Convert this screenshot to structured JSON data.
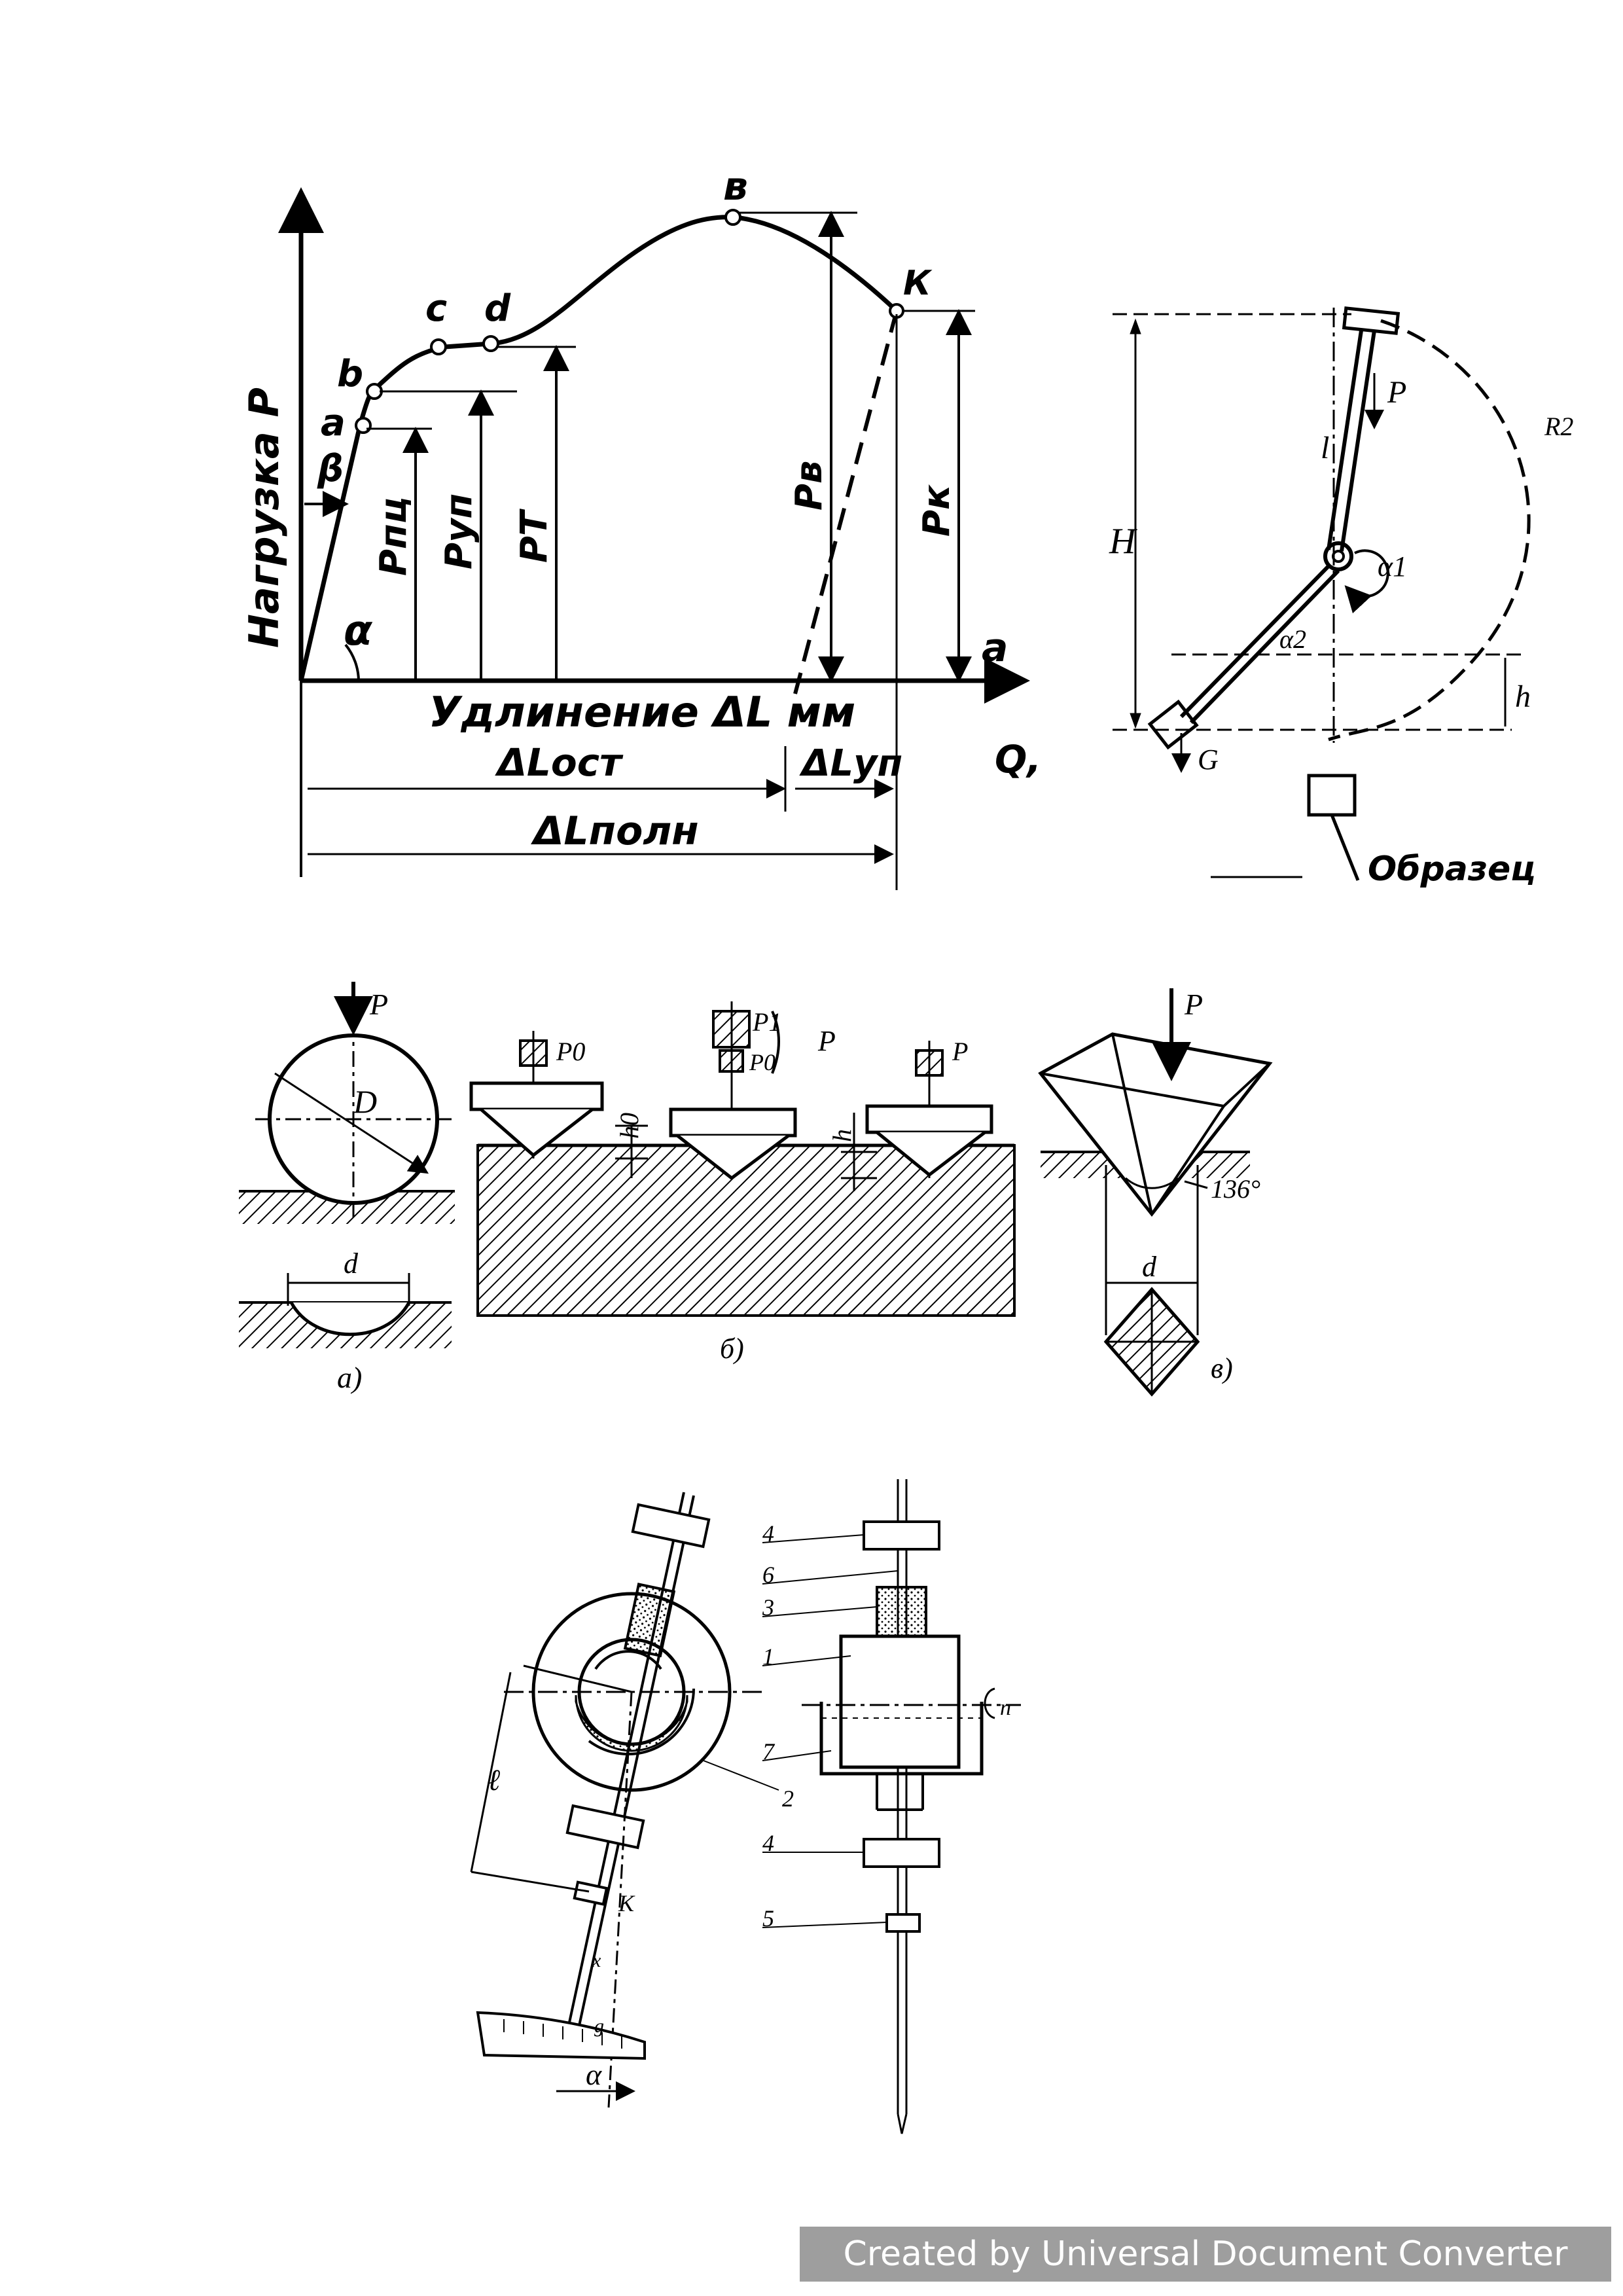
{
  "tensile": {
    "y_axis": "Нагрузка P",
    "x_axis": "Удлинение ΔL мм",
    "points": [
      "a",
      "b",
      "c",
      "d",
      "в",
      "К"
    ],
    "forces": [
      "Pпц",
      "Pуп",
      "PT",
      "Pв",
      "Pк"
    ],
    "angles": [
      "β",
      "α"
    ],
    "elongations": [
      "ΔLост",
      "ΔLуп",
      "ΔLполн"
    ],
    "edge_a": "a",
    "edge_q": "Q,"
  },
  "pendulum": {
    "H": "H",
    "h": "h",
    "P": "P",
    "l": "l",
    "G": "G",
    "R": "R2",
    "alpha1": "α1",
    "alpha2": "α2",
    "specimen": "Образец"
  },
  "hardness": {
    "brinell": {
      "P": "P",
      "D": "D",
      "d": "d",
      "caption": "а)"
    },
    "rockwell": {
      "P0": "P0",
      "P1": "P1",
      "P": "P",
      "h0": "h0",
      "h": "h",
      "caption": "б)"
    },
    "vickers": {
      "P": "P",
      "angle": "136°",
      "d": "d",
      "caption": "в)"
    }
  },
  "friction": {
    "parts": [
      "4",
      "6",
      "3",
      "1",
      "7",
      "2",
      "4",
      "5"
    ],
    "l": "ℓ",
    "K": "K",
    "alpha": "α",
    "x": "x",
    "g": "g",
    "n": "n"
  },
  "watermark": "Created by Universal Document Converter"
}
